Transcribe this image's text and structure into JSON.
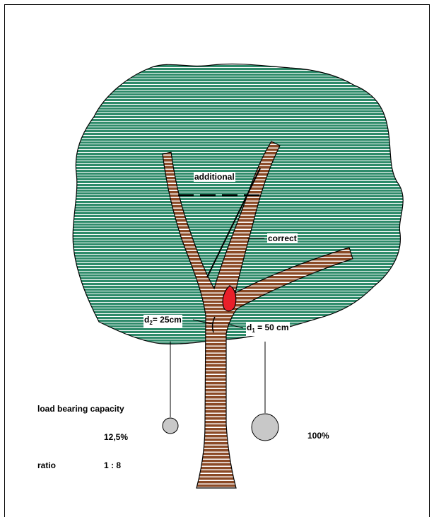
{
  "labels": {
    "additional": "additional",
    "correct": "correct",
    "d2_prefix": "d",
    "d2_sub": "2",
    "d2_suffix": "= 25cm",
    "d1_prefix": "d",
    "d1_sub": "1",
    "d1_suffix": " = 50 cm",
    "load_bearing_capacity": "load bearing capacity",
    "left_percent": "12,5%",
    "right_percent": "100%",
    "ratio_label": "ratio",
    "ratio_value": "1 : 8"
  },
  "colors": {
    "canopy": "#2e8b6a",
    "stripe": "#ffffff",
    "trunk": "#8b4a26",
    "wound": "#e8202a",
    "weight": "#c8c8c8",
    "outline": "#000000"
  }
}
